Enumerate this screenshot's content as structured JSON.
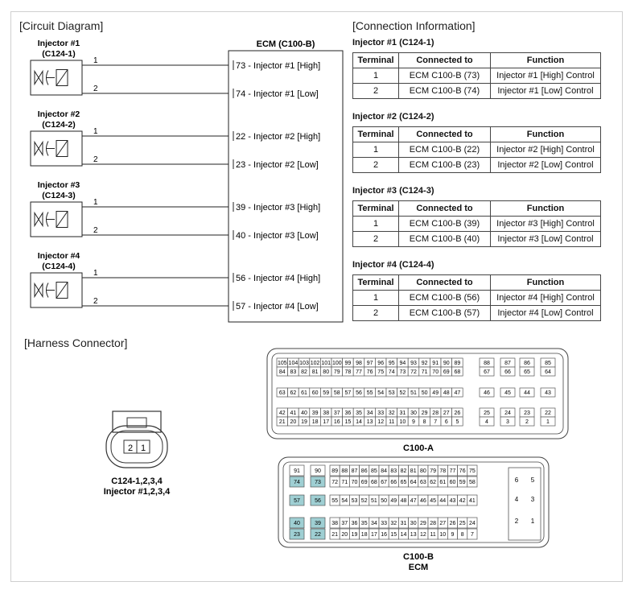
{
  "titles": {
    "circuit": "[Circuit Diagram]",
    "connection": "[Connection Information]",
    "harness": "[Harness Connector]"
  },
  "circuit": {
    "ecm_title": "ECM (C100-B)",
    "injectors": [
      {
        "name": "Injector #1",
        "code": "(C124-1)",
        "pin1": "1",
        "pin2": "2",
        "high": "73 - Injector #1 [High]",
        "low": "74 - Injector #1 [Low]"
      },
      {
        "name": "Injector #2",
        "code": "(C124-2)",
        "pin1": "1",
        "pin2": "2",
        "high": "22 - Injector #2 [High]",
        "low": "23 - Injector #2 [Low]"
      },
      {
        "name": "Injector #3",
        "code": "(C124-3)",
        "pin1": "1",
        "pin2": "2",
        "high": "39 - Injector #3 [High]",
        "low": "40 - Injector #3 [Low]"
      },
      {
        "name": "Injector #4",
        "code": "(C124-4)",
        "pin1": "1",
        "pin2": "2",
        "high": "56 - Injector #4 [High]",
        "low": "57 - Injector #4 [Low]"
      }
    ]
  },
  "connection": {
    "headers": [
      "Terminal",
      "Connected to",
      "Function"
    ],
    "tables": [
      {
        "title": "Injector #1 (C124-1)",
        "rows": [
          [
            "1",
            "ECM C100-B (73)",
            "Injector #1 [High] Control"
          ],
          [
            "2",
            "ECM C100-B (74)",
            "Injector #1 [Low] Control"
          ]
        ]
      },
      {
        "title": "Injector #2 (C124-2)",
        "rows": [
          [
            "1",
            "ECM C100-B (22)",
            "Injector #2 [High] Control"
          ],
          [
            "2",
            "ECM C100-B (23)",
            "Injector #2 [Low] Control"
          ]
        ]
      },
      {
        "title": "Injector #3 (C124-3)",
        "rows": [
          [
            "1",
            "ECM C100-B (39)",
            "Injector #3 [High] Control"
          ],
          [
            "2",
            "ECM C100-B (40)",
            "Injector #3 [Low] Control"
          ]
        ]
      },
      {
        "title": "Injector #4 (C124-4)",
        "rows": [
          [
            "1",
            "ECM C100-B (56)",
            "Injector #4 [High] Control"
          ],
          [
            "2",
            "ECM C100-B (57)",
            "Injector #4 [Low] Control"
          ]
        ]
      }
    ]
  },
  "harness": {
    "injector_connector": {
      "pins": [
        "2",
        "1"
      ],
      "label1": "C124-1,2,3,4",
      "label2": "Injector #1,2,3,4"
    },
    "c100a": {
      "label": "C100-A",
      "rows": [
        [
          "105",
          "104",
          "103",
          "102",
          "101",
          "100",
          "99",
          "98",
          "97",
          "96",
          "95",
          "94",
          "93",
          "92",
          "91",
          "90",
          "89"
        ],
        [
          "84",
          "83",
          "82",
          "81",
          "80",
          "79",
          "78",
          "77",
          "76",
          "75",
          "74",
          "73",
          "72",
          "71",
          "70",
          "69",
          "68"
        ],
        [
          "63",
          "62",
          "61",
          "60",
          "59",
          "58",
          "57",
          "56",
          "55",
          "54",
          "53",
          "52",
          "51",
          "50",
          "49",
          "48",
          "47"
        ],
        [
          "42",
          "41",
          "40",
          "39",
          "38",
          "37",
          "36",
          "35",
          "34",
          "33",
          "32",
          "31",
          "30",
          "29",
          "28",
          "27",
          "26"
        ],
        [
          "21",
          "20",
          "19",
          "18",
          "17",
          "16",
          "15",
          "14",
          "13",
          "12",
          "11",
          "10",
          "9",
          "8",
          "7",
          "6",
          "5"
        ]
      ],
      "right_cols": [
        [
          "88",
          "87",
          "86",
          "85"
        ],
        [
          "67",
          "66",
          "65",
          "64"
        ],
        [
          "46",
          "45",
          "44",
          "43"
        ],
        [
          "25",
          "24",
          "23",
          "22"
        ],
        [
          "4",
          "3",
          "2",
          "1"
        ]
      ]
    },
    "c100b": {
      "label": "C100-B",
      "sublabel": "ECM",
      "highlight_color": "#9fcfd3",
      "left_blocks": [
        [
          [
            "91",
            "90"
          ],
          [
            "74",
            "73"
          ]
        ],
        [
          [
            "57",
            "56"
          ]
        ],
        [
          [
            "40",
            "39"
          ],
          [
            "23",
            "22"
          ]
        ]
      ],
      "highlighted": [
        "74",
        "73",
        "57",
        "56",
        "40",
        "39",
        "23",
        "22"
      ],
      "mid_blocks": [
        [
          [
            "89",
            "88",
            "87",
            "86",
            "85",
            "84",
            "83",
            "82",
            "81",
            "80",
            "79",
            "78",
            "77",
            "76",
            "75"
          ],
          [
            "72",
            "71",
            "70",
            "69",
            "68",
            "67",
            "66",
            "65",
            "64",
            "63",
            "62",
            "61",
            "60",
            "59",
            "58"
          ]
        ],
        [
          [
            "55",
            "54",
            "53",
            "52",
            "51",
            "50",
            "49",
            "48",
            "47",
            "46",
            "45",
            "44",
            "43",
            "42",
            "41"
          ]
        ],
        [
          [
            "38",
            "37",
            "36",
            "35",
            "34",
            "33",
            "32",
            "31",
            "30",
            "29",
            "28",
            "27",
            "26",
            "25",
            "24"
          ],
          [
            "21",
            "20",
            "19",
            "18",
            "17",
            "16",
            "15",
            "14",
            "13",
            "12",
            "11",
            "10",
            "9",
            "8",
            "7"
          ]
        ]
      ],
      "right_pairs": [
        [
          "6",
          "5"
        ],
        [
          "4",
          "3"
        ],
        [
          "2",
          "1"
        ]
      ]
    }
  }
}
